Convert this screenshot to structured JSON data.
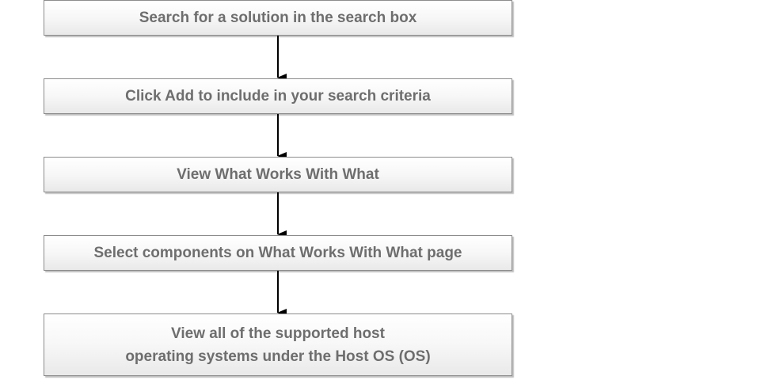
{
  "flow": {
    "steps": [
      {
        "label": "Search for a solution in the search box"
      },
      {
        "label": "Click Add to include in your search criteria"
      },
      {
        "label": "View What Works With What"
      },
      {
        "label": "Select components on What Works With What page"
      },
      {
        "label": "View all of the supported host\noperating systems under the Host OS (OS)"
      }
    ]
  },
  "colors": {
    "box_border": "#8c8c8c",
    "box_text": "#6e6e6e",
    "arrow": "#000000"
  }
}
